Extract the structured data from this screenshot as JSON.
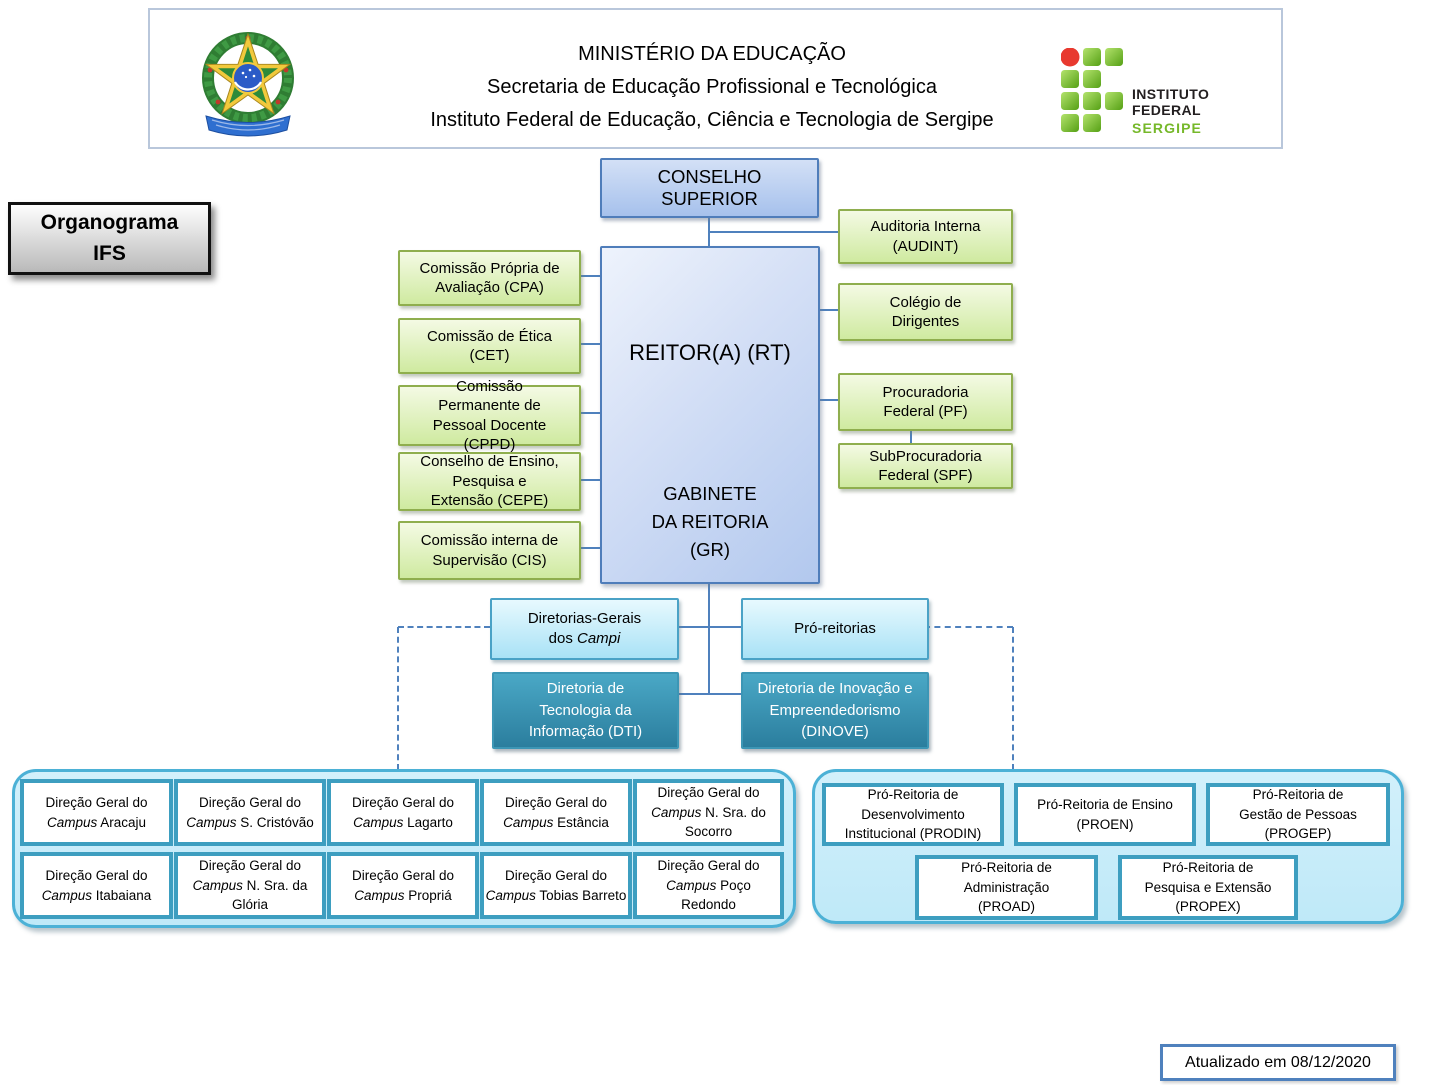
{
  "header": {
    "line1": "MINISTÉRIO DA EDUCAÇÃO",
    "line2": "Secretaria de Educação Profissional e Tecnológica",
    "line3": "Instituto Federal de Educação, Ciência e Tecnologia de Sergipe",
    "logo_line1": "INSTITUTO FEDERAL",
    "logo_line2": "SERGIPE"
  },
  "title_box": {
    "line1": "Organograma",
    "line2": "IFS"
  },
  "org": {
    "conselho_superior": "CONSELHO SUPERIOR",
    "reitor": "REITOR(A) (RT)",
    "gabinete": "GABINETE DA REITORIA (GR)",
    "left_committees": [
      "Comissão Própria de Avaliação (CPA)",
      "Comissão de Ética (CET)",
      "Comissão Permanente de Pessoal Docente (CPPD)",
      "Conselho de Ensino, Pesquisa e Extensão (CEPE)",
      "Comissão interna de Supervisão (CIS)"
    ],
    "right_bodies": [
      "Auditoria Interna (AUDINT)",
      "Colégio de Dirigentes",
      "Procuradoria Federal (PF)",
      "SubProcuradoria Federal (SPF)"
    ],
    "diretorias_gerais_prefix": "Diretorias-Gerais dos",
    "diretorias_gerais_italic": "Campi",
    "pro_reitorias_label": "Pró-reitorias",
    "dti": "Diretoria de Tecnologia da Informação (DTI)",
    "dinove": "Diretoria de Inovação e Empreendedorismo (DINOVE)"
  },
  "campi": {
    "items": [
      {
        "prefix": "Direção Geral do",
        "campus_word": "Campus",
        "name": "Aracaju"
      },
      {
        "prefix": "Direção Geral do",
        "campus_word": "Campus",
        "name": "S. Cristóvão"
      },
      {
        "prefix": "Direção Geral do",
        "campus_word": "Campus",
        "name": "Lagarto"
      },
      {
        "prefix": "Direção Geral do",
        "campus_word": "Campus",
        "name": "Estância"
      },
      {
        "prefix": "Direção Geral do",
        "campus_word": "Campus",
        "name": "N. Sra. do Socorro"
      },
      {
        "prefix": "Direção Geral do",
        "campus_word": "Campus",
        "name": "Itabaiana"
      },
      {
        "prefix": "Direção Geral do",
        "campus_word": "Campus",
        "name": "N. Sra. da Glória"
      },
      {
        "prefix": "Direção Geral do",
        "campus_word": "Campus",
        "name": "Propriá"
      },
      {
        "prefix": "Direção Geral do",
        "campus_word": "Campus",
        "name": "Tobias Barreto"
      },
      {
        "prefix": "Direção Geral do",
        "campus_word": "Campus",
        "name": "Poço Redondo"
      }
    ]
  },
  "pro_reitorias": {
    "items": [
      "Pró-Reitoria de Desenvolvimento Institucional (PRODIN)",
      "Pró-Reitoria de Ensino (PROEN)",
      "Pró-Reitoria de Gestão de Pessoas (PROGEP)",
      "Pró-Reitoria de Administração (PROAD)",
      "Pró-Reitoria de Pesquisa e Extensão (PROPEX)"
    ]
  },
  "footer": {
    "updated": "Atualizado em 08/12/2020"
  },
  "colors": {
    "connector": "#4f81bd",
    "green_box_border": "#8fae4e",
    "blue_box_border": "#4f7dba",
    "cyan_box_border": "#4aa2c6",
    "teal_box_fill": "#3596b8",
    "container_fill": "#c9ecf9",
    "container_border": "#4cb1d6",
    "logo_green": "#76b82a",
    "logo_red": "#e8392f"
  }
}
